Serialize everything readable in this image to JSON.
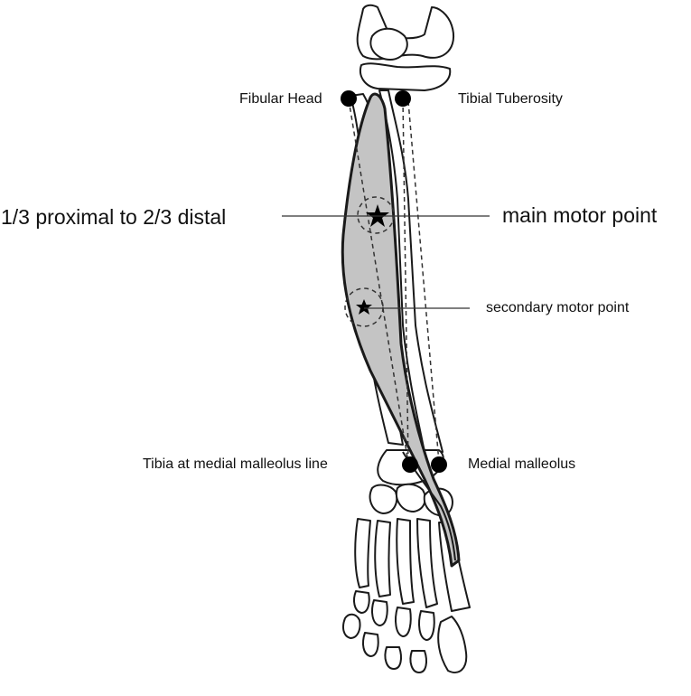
{
  "labels": {
    "fibular_head": "Fibular Head",
    "tibial_tuberosity": "Tibial Tuberosity",
    "proximal_distal": "1/3 proximal to 2/3 distal",
    "main_motor_point": "main motor point",
    "secondary_motor_point": "secondary motor point",
    "tibia_medial_malleolus_line": "Tibia at medial malleolus line",
    "medial_malleolus": "Medial malleolus"
  },
  "colors": {
    "muscle_fill": "#c4c4c4",
    "outline": "#1a1a1a",
    "landmark": "#000000",
    "background": "#ffffff"
  }
}
